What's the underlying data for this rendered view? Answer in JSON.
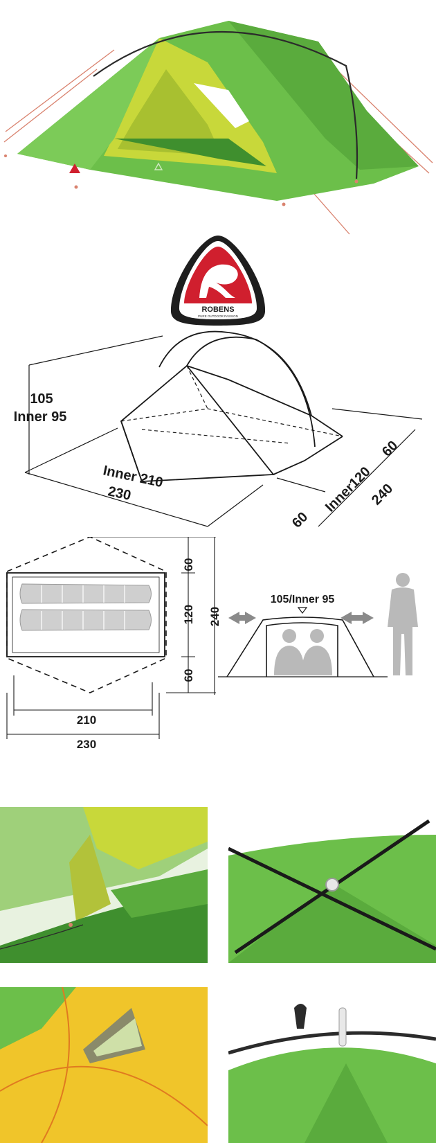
{
  "brand": {
    "name": "ROBENS",
    "tagline": "PURE OUTDOOR PASSION",
    "logo_color": "#d01f2e"
  },
  "iso_dims": {
    "height": "105",
    "inner_height": "Inner 95",
    "inner_length": "Inner 210",
    "length": "230",
    "vestibule": "60",
    "inner_width": "Inner120",
    "vestibule2": "60",
    "width": "240"
  },
  "plan_dims": {
    "vest_top": "60",
    "center": "120",
    "vest_bottom": "60",
    "total_width": "240",
    "inner_length": "210",
    "total_length": "230",
    "side_height": "105/Inner 95"
  },
  "colors": {
    "tent_green": "#6cbf4a",
    "tent_dark": "#3f8f2e",
    "inner_yellow": "#c8d83a",
    "guyline": "#d9826e",
    "figure_gray": "#b9b9b9"
  }
}
